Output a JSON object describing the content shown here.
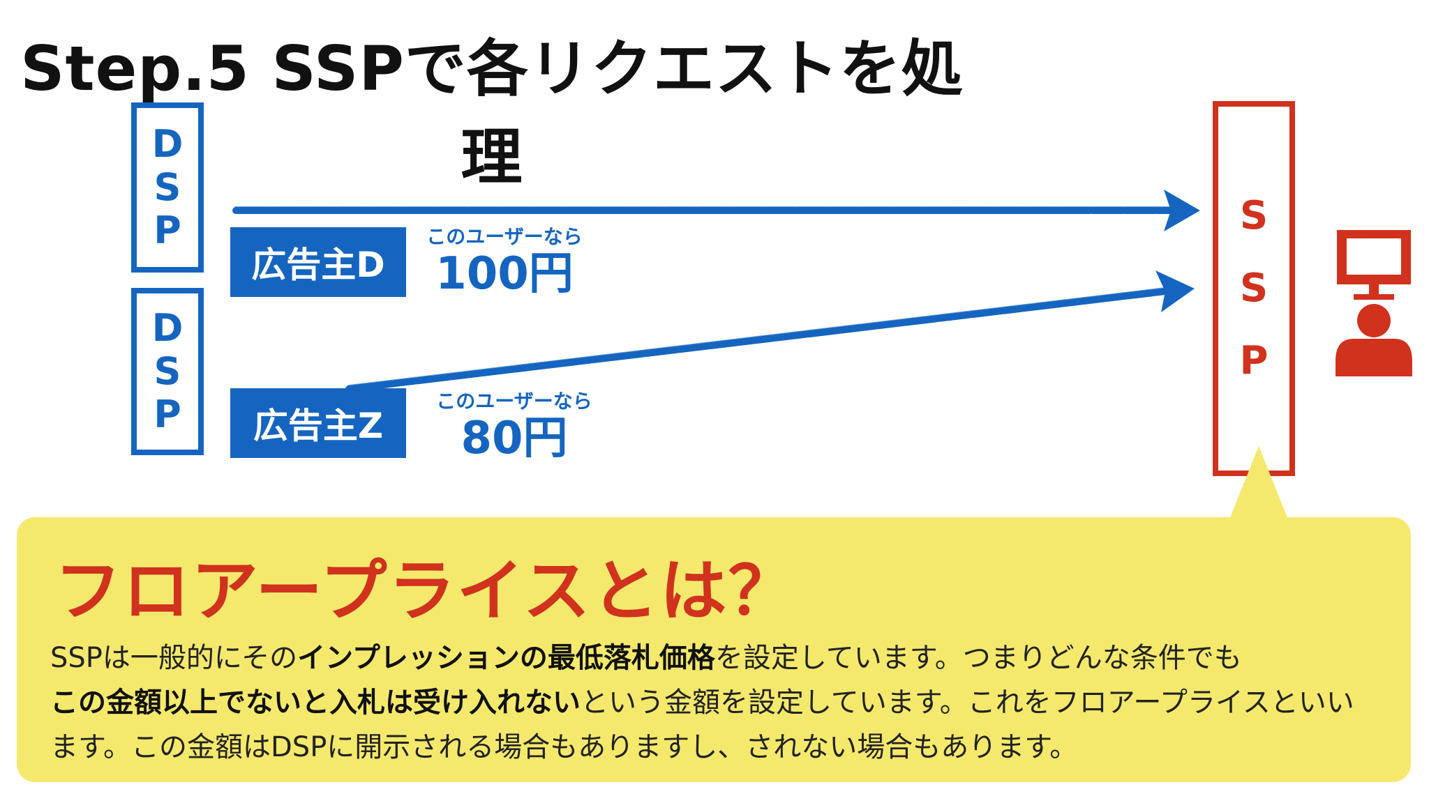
{
  "title": "Step.5 SSPで各リクエストを処理",
  "dsp_top": {
    "letters": [
      "D",
      "S",
      "P"
    ]
  },
  "dsp_bottom": {
    "letters": [
      "D",
      "S",
      "P"
    ]
  },
  "advertiser_d": {
    "label": "広告主D",
    "bid_caption": "このユーザーなら",
    "bid_price": "100円"
  },
  "advertiser_z": {
    "label": "広告主Z",
    "bid_caption": "このユーザーなら",
    "bid_price": "80円"
  },
  "ssp": {
    "letters": [
      "S",
      "S",
      "P"
    ]
  },
  "callout": {
    "title": "フロアープライスとは？",
    "body": {
      "p1": "SSPは一般的にその",
      "b1": "インプレッションの最低落札価格",
      "p2": "を設定しています。つまりどんな条件でも",
      "b2": "この金額以上でないと入札は受け入れない",
      "p3": "という金額を設定しています。これをフロアープライスといいます。この金額はDSPに開示される場合もありますし、されない場合もあります。"
    }
  },
  "colors": {
    "dsp_blue": "#1565c0",
    "ssp_red": "#d0321e",
    "callout_yellow": "#f4e96c"
  },
  "icons": [
    "arrow-right-icon",
    "computer-user-icon"
  ]
}
